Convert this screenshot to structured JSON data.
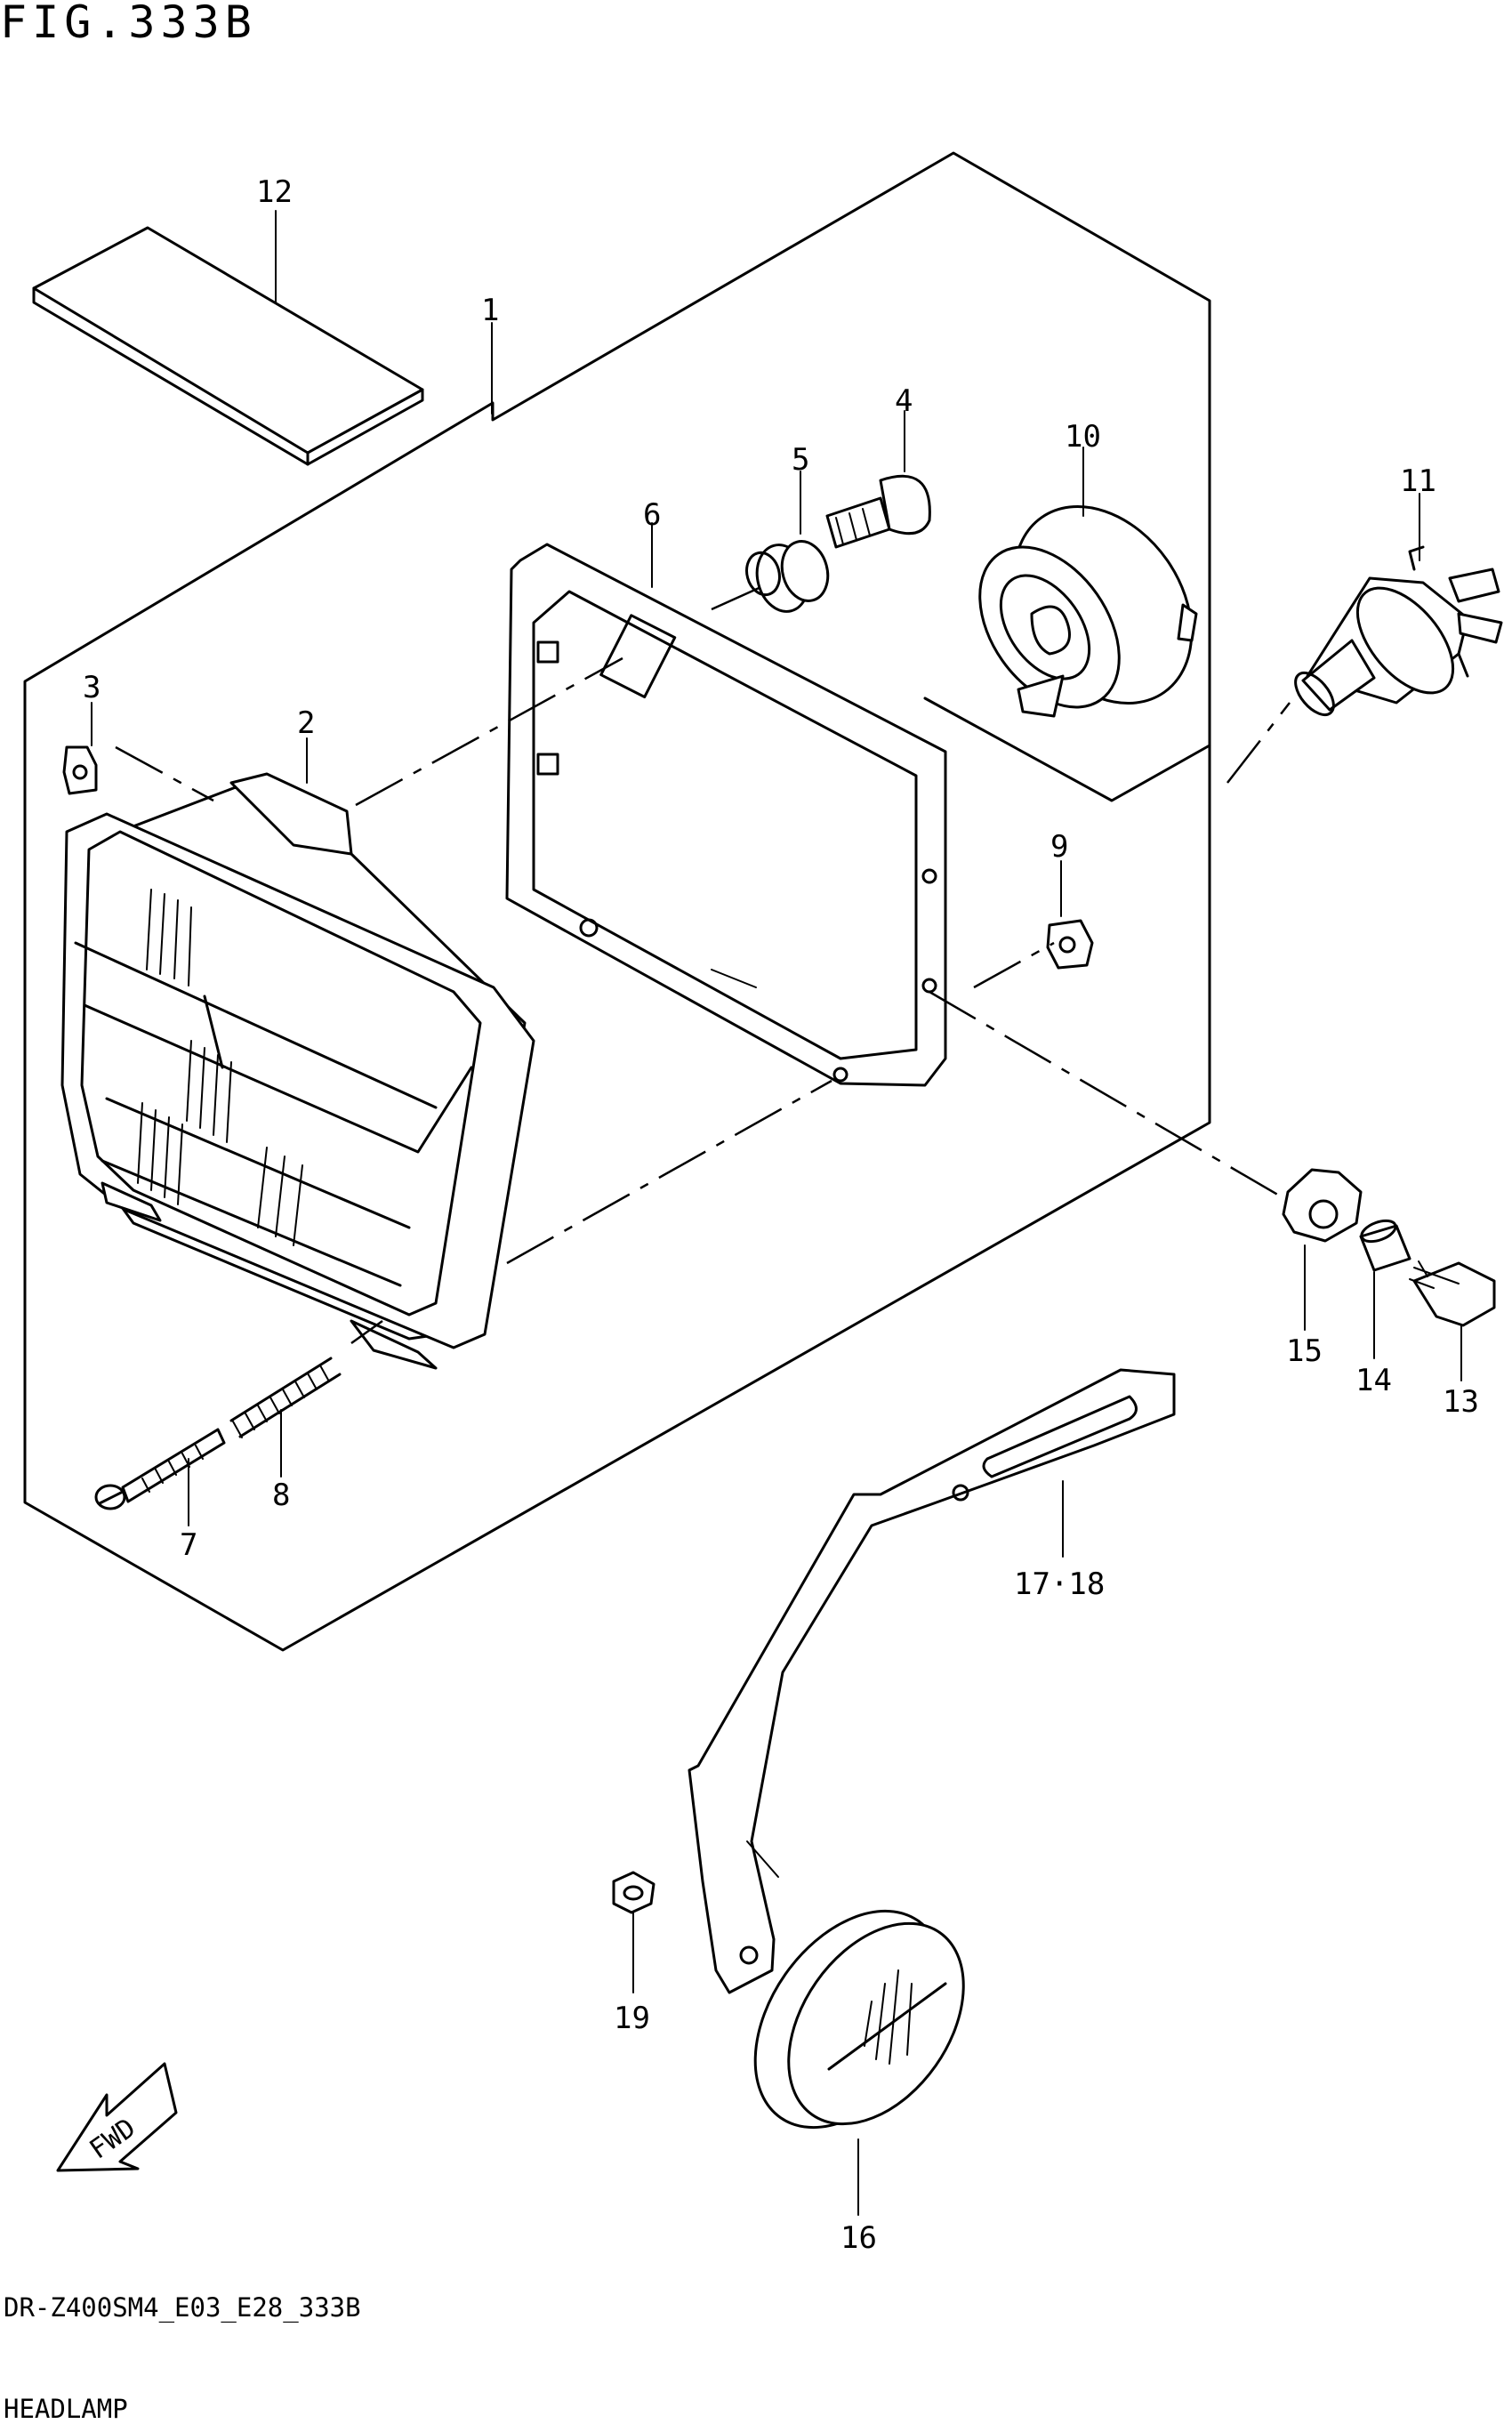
{
  "header": {
    "figure_title": "FIG.333B"
  },
  "footer": {
    "model_code": "DR-Z400SM4_E03_E28_333B",
    "section_name": "HEADLAMP"
  },
  "callouts": {
    "c1": "1",
    "c2": "2",
    "c3": "3",
    "c4": "4",
    "c5": "5",
    "c6": "6",
    "c7": "7",
    "c8": "8",
    "c9": "9",
    "c10": "10",
    "c11": "11",
    "c12": "12",
    "c13": "13",
    "c14": "14",
    "c15": "15",
    "c16": "16",
    "c17_18": "17·18",
    "c19": "19"
  },
  "fwd_arrow": {
    "label": "FWD"
  }
}
